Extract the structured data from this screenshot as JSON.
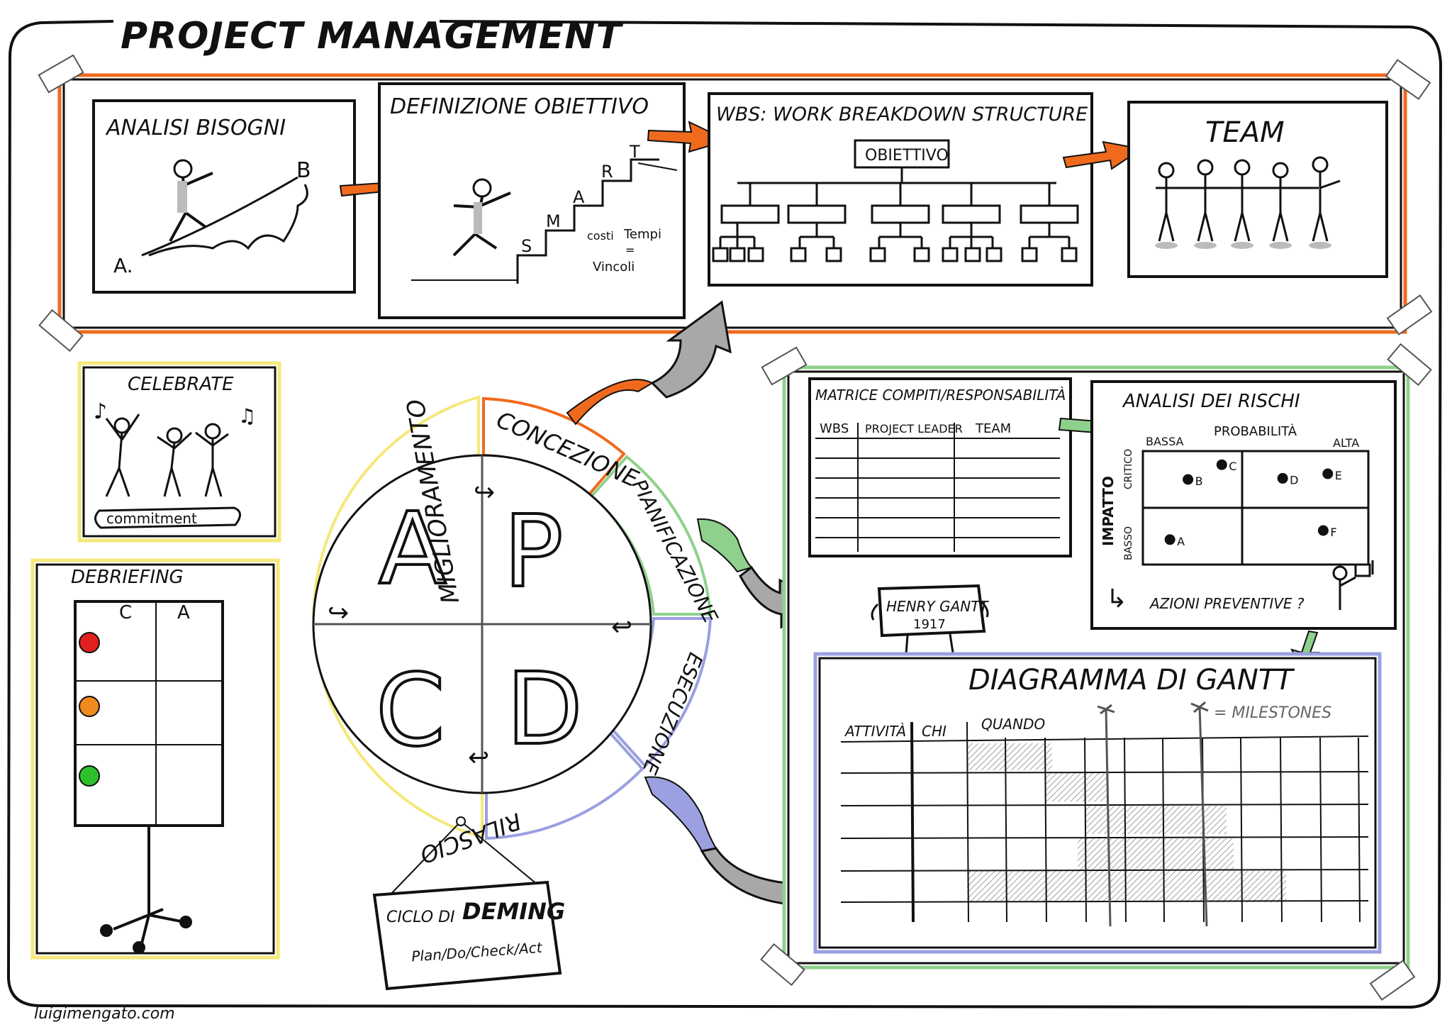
{
  "title": "Project Management",
  "footer": "luigimengato.com",
  "colors": {
    "ink": "#111111",
    "orange": "#f06a1e",
    "green": "#8fd18c",
    "blue": "#9aa0e0",
    "yellow": "#f5e87a",
    "grey": "#a8a8a8",
    "red": "#e02020",
    "amber": "#f08a20",
    "lime": "#2cc02c"
  },
  "top_panel": {
    "needs": {
      "title": "Analisi Bisogni",
      "point_a": "A.",
      "point_b": "B"
    },
    "objective": {
      "title": "Definizione Obiettivo",
      "steps": [
        "S",
        "M",
        "A",
        "R",
        "T"
      ],
      "note_costs": "costi",
      "note_times": "Tempi",
      "note_eq": "=",
      "note_constraints": "Vincoli"
    },
    "wbs": {
      "title": "WBS: Work Breakdown Structure",
      "root": "Obiettivo"
    },
    "team": {
      "title": "Team"
    }
  },
  "celebrate": {
    "title": "Celebrate",
    "banner": "commitment"
  },
  "debriefing": {
    "title": "Debriefing",
    "col_c": "C",
    "col_a": "A",
    "lights": [
      "red-light",
      "amber-light",
      "green-light"
    ]
  },
  "pdca": {
    "letters": {
      "plan": "P",
      "do": "D",
      "check": "C",
      "act": "A"
    },
    "phases": {
      "concezione": "Concezione",
      "pianificazione": "Pianificazione",
      "esecuzione": "Esecuzione",
      "rilascio": "Rilascio",
      "miglioramento": "Miglioramento"
    }
  },
  "deming": {
    "title_small": "Ciclo di",
    "title_big": "Deming",
    "subtitle": "Plan/Do/Check/Act"
  },
  "right_panel": {
    "matrix": {
      "title": "Matrice Compiti/Responsabilità",
      "columns": [
        "WBS",
        "Project Leader",
        "Team"
      ]
    },
    "risks": {
      "title": "Analisi dei Rischi",
      "probability_label": "Probabilità",
      "low": "Bassa",
      "high": "Alta",
      "impact_label": "Impatto",
      "critical": "Critico",
      "low_impact": "Basso",
      "items": [
        {
          "label": "B",
          "prob": 0.2,
          "impact": 0.75
        },
        {
          "label": "C",
          "prob": 0.35,
          "impact": 0.88
        },
        {
          "label": "D",
          "prob": 0.62,
          "impact": 0.76
        },
        {
          "label": "E",
          "prob": 0.82,
          "impact": 0.8
        },
        {
          "label": "A",
          "prob": 0.12,
          "impact": 0.22
        },
        {
          "label": "F",
          "prob": 0.8,
          "impact": 0.3
        }
      ],
      "action": "Azioni Preventive ?"
    },
    "gantt_sign": {
      "name": "Henry Gantt",
      "year": "1917"
    },
    "gantt": {
      "title": "Diagramma di Gantt",
      "col_activity": "Attività",
      "col_who": "Chi",
      "col_when": "Quando",
      "milestones": "= Milestones"
    }
  }
}
